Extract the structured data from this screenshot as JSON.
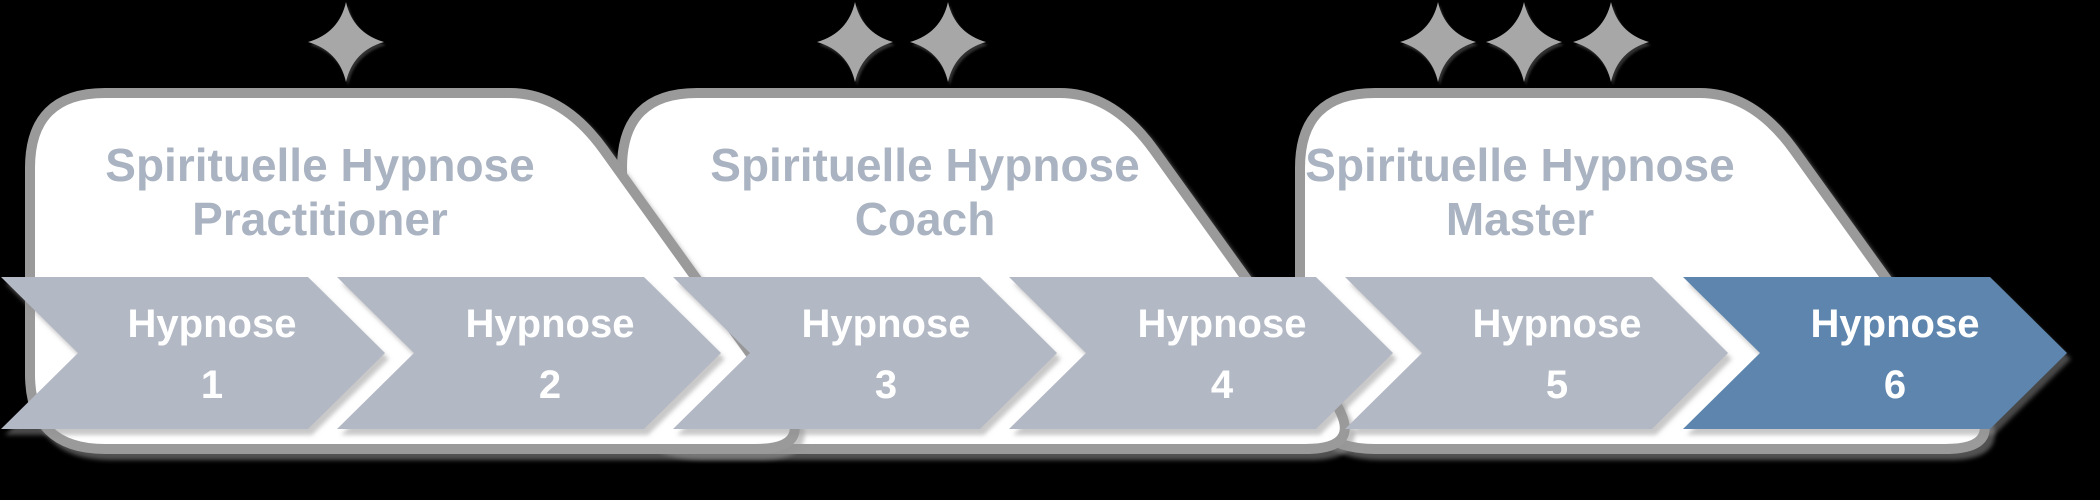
{
  "diagram": {
    "type": "process-progression-diagram",
    "background_color": "#000000",
    "colors": {
      "card_fill": "#ffffff",
      "card_border": "#9a9a9a",
      "chevron_gray": "#b2b8c4",
      "chevron_highlight_blue": "#5d85ad",
      "chevron_text": "#ffffff",
      "title_text": "#aab3c1",
      "star_gray": "#a7a7a7"
    },
    "levels": [
      {
        "title_line1": "Spirituelle Hypnose",
        "title_line2": "Practitioner",
        "stars": 1
      },
      {
        "title_line1": "Spirituelle Hypnose",
        "title_line2": "Coach",
        "stars": 2
      },
      {
        "title_line1": "Spirituelle Hypnose",
        "title_line2": "Master",
        "stars": 3
      }
    ],
    "steps": [
      {
        "label": "Hypnose",
        "number": "1",
        "highlighted": false
      },
      {
        "label": "Hypnose",
        "number": "2",
        "highlighted": false
      },
      {
        "label": "Hypnose",
        "number": "3",
        "highlighted": false
      },
      {
        "label": "Hypnose",
        "number": "4",
        "highlighted": false
      },
      {
        "label": "Hypnose",
        "number": "5",
        "highlighted": false
      },
      {
        "label": "Hypnose",
        "number": "6",
        "highlighted": true
      }
    ]
  }
}
